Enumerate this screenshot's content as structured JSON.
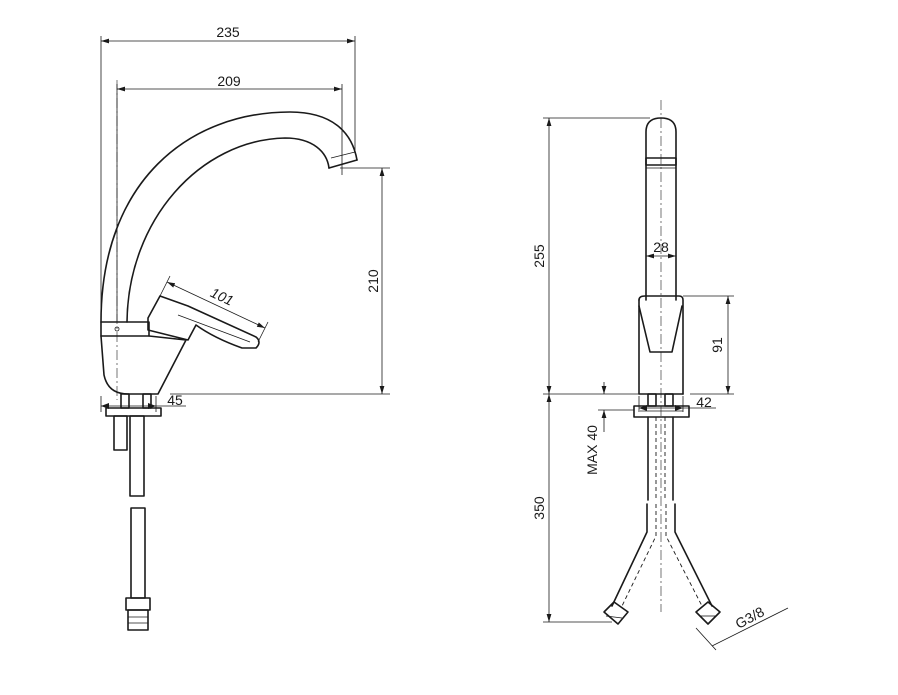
{
  "side_view": {
    "dims": {
      "overall_reach": "235",
      "spout_reach": "209",
      "spout_height": "210",
      "lever_length": "101",
      "base_diameter": "45"
    }
  },
  "front_view": {
    "dims": {
      "total_height": "255",
      "spout_width": "28",
      "body_height": "91",
      "base_width": "42",
      "max_counter": "MAX 40",
      "hose_length": "350",
      "thread": "G3/8"
    }
  }
}
